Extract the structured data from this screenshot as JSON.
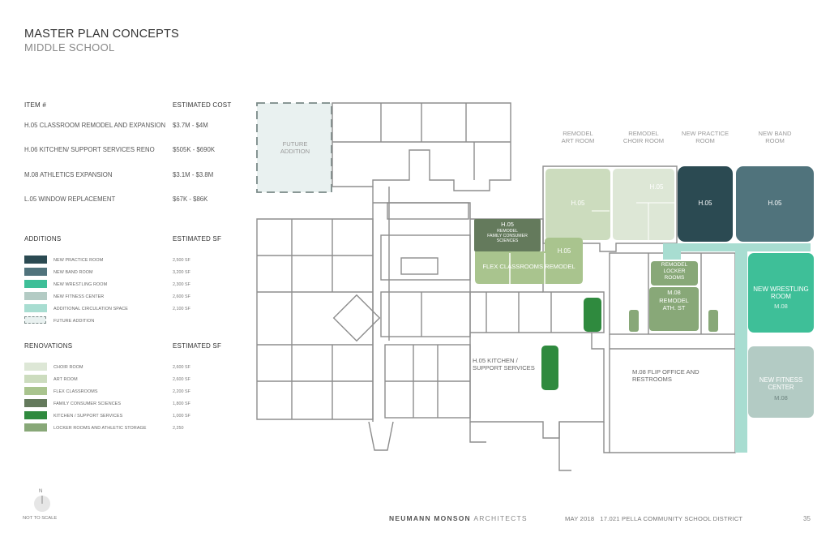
{
  "header": {
    "title": "MASTER PLAN CONCEPTS",
    "subtitle": "MIDDLE SCHOOL"
  },
  "cost_table": {
    "col_item": "ITEM #",
    "col_cost": "ESTIMATED COST",
    "rows": [
      {
        "item": "H.05 CLASSROOM REMODEL AND EXPANSION",
        "cost": "$3.7M - $4M"
      },
      {
        "item": "H.06 KITCHEN/ SUPPORT SERVICES RENO",
        "cost": "$505K - $690K"
      },
      {
        "item": "M.08 ATHLETICS EXPANSION",
        "cost": "$3.1M - $3.8M"
      },
      {
        "item": "L.05 WINDOW REPLACEMENT",
        "cost": "$67K - $86K"
      }
    ]
  },
  "additions": {
    "title": "ADDITIONS",
    "col_sf": "ESTIMATED SF",
    "items": [
      {
        "label": "NEW PRACTICE ROOM",
        "sf": "2,500 SF",
        "color": "#2b4a52"
      },
      {
        "label": "NEW BAND ROOM",
        "sf": "3,200 SF",
        "color": "#50737c"
      },
      {
        "label": "NEW WRESTLING ROOM",
        "sf": "2,300 SF",
        "color": "#3ebf98"
      },
      {
        "label": "NEW FITNESS CENTER",
        "sf": "2,600 SF",
        "color": "#b3cbc4"
      },
      {
        "label": "ADDITIONAL CIRCULATION SPACE",
        "sf": "2,100 SF",
        "color": "#a8ddd1"
      },
      {
        "label": "FUTURE ADDITION",
        "sf": "",
        "color": "#e9f1f0"
      }
    ]
  },
  "renovations": {
    "title": "RENOVATIONS",
    "col_sf": "ESTIMATED SF",
    "items": [
      {
        "label": "CHOIR ROOM",
        "sf": "2,600 SF",
        "color": "#dde7d6"
      },
      {
        "label": "ART ROOM",
        "sf": "2,600 SF",
        "color": "#ccdcbe"
      },
      {
        "label": "FLEX CLASSROOMS",
        "sf": "2,200 SF",
        "color": "#a9c48e"
      },
      {
        "label": "FAMILY CONSUMER SCIENCES",
        "sf": "1,800 SF",
        "color": "#647a5c"
      },
      {
        "label": "KITCHEN / SUPPORT SERVICES",
        "sf": "1,000 SF",
        "color": "#2f8a3e"
      },
      {
        "label": "LOCKER ROOMS AND ATHLETIC STORAGE",
        "sf": "2,250",
        "color": "#88a878"
      }
    ]
  },
  "plan": {
    "future_addition": "FUTURE\nADDITION",
    "remodel_art": "REMODEL\nART ROOM",
    "remodel_choir": "REMODEL\nCHOIR ROOM",
    "new_practice": "NEW PRACTICE\nROOM",
    "new_band": "NEW BAND\nROOM",
    "h05": "H.05",
    "fcs_code": "H.05",
    "fcs_text": "REMODEL\nFAMILY CONSUMER\nSCIENCES",
    "flex_code": "H.05",
    "flex_text": "FLEX CLASSROOMS REMODEL",
    "locker_text": "REMODEL\nLOCKER\nROOMS",
    "ath_code": "M.08",
    "ath_text": "REMODEL\nATH. ST",
    "wrestling_text": "NEW WRESTLING\nROOM",
    "m08": "M.08",
    "fitness_text": "NEW FITNESS\nCENTER",
    "kitchen_text": "H.05 KITCHEN /\nSUPPORT SERVICES",
    "flip_text": "M.08 FLIP OFFICE AND\nRESTROOMS"
  },
  "footer": {
    "north": "N",
    "not_to_scale": "NOT TO SCALE",
    "brand_bold": "NEUMANN MONSON",
    "brand_light": "ARCHITECTS",
    "date_project": "MAY 2018   17.021 PELLA COMMUNITY SCHOOL DISTRICT",
    "page": "35"
  }
}
